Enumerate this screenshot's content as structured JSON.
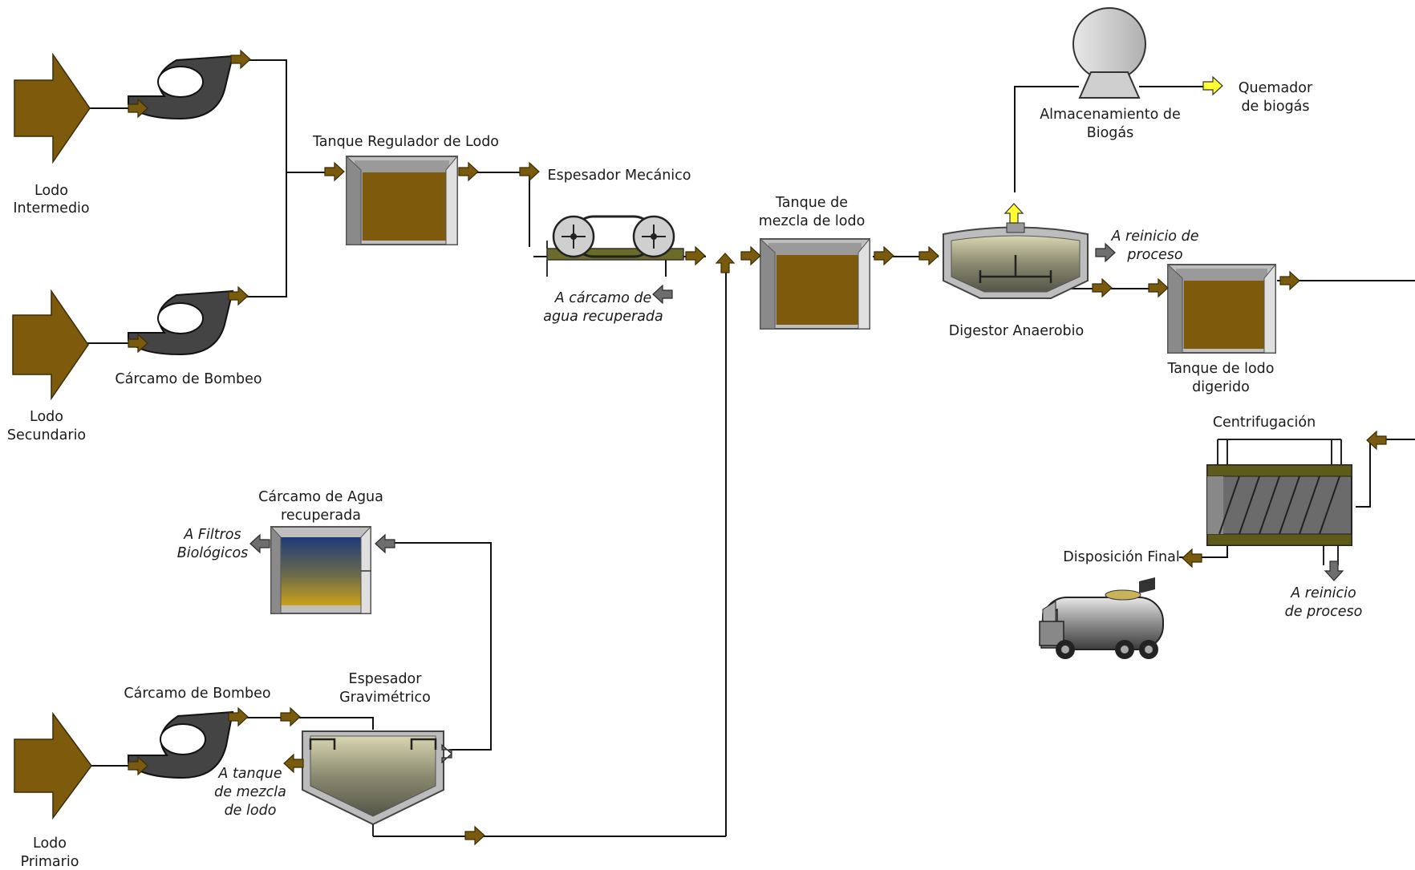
{
  "labels": {
    "lodo_intermedio": [
      "Lodo",
      "Intermedio"
    ],
    "lodo_secundario": [
      "Lodo",
      "Secundario"
    ],
    "lodo_primario": [
      "Lodo",
      "Primario"
    ],
    "carcamo_bombeo_top": "Cárcamo de Bombeo",
    "carcamo_bombeo_bottom": "Cárcamo de Bombeo",
    "tanque_regulador": "Tanque Regulador de Lodo",
    "espesador_mecanico": "Espesador Mecánico",
    "a_carcamo_agua": [
      "A cárcamo de",
      "agua recuperada"
    ],
    "tanque_mezcla": [
      "Tanque de",
      "mezcla de lodo"
    ],
    "digestor": "Digestor Anaerobio",
    "almacenamiento": [
      "Almacenamiento de",
      "Biogás"
    ],
    "quemador": [
      "Quemador",
      "de biogás"
    ],
    "a_reinicio_top": [
      "A reinicio de",
      "proceso"
    ],
    "tanque_digerido": [
      "Tanque de lodo",
      "digerido"
    ],
    "centrifugacion": "Centrifugación",
    "disposicion_final": "Disposición Final",
    "a_reinicio_bottom": [
      "A reinicio",
      "de proceso"
    ],
    "carcamo_agua_recuperada": [
      "Cárcamo de Agua",
      "recuperada"
    ],
    "a_filtros": [
      "A Filtros",
      "Biológicos"
    ],
    "espesador_gravimetrico": [
      "Espesador",
      "Gravimétrico"
    ],
    "a_tanque_mezcla": [
      "A tanque",
      "de mezcla",
      "de lodo"
    ]
  },
  "colors": {
    "sludge": "#7d5a0c",
    "arrow_brown": "#7a5a0c",
    "arrow_grey": "#6e6e6e",
    "biogas_arrow": "#ffff33",
    "pump": "#444444"
  }
}
